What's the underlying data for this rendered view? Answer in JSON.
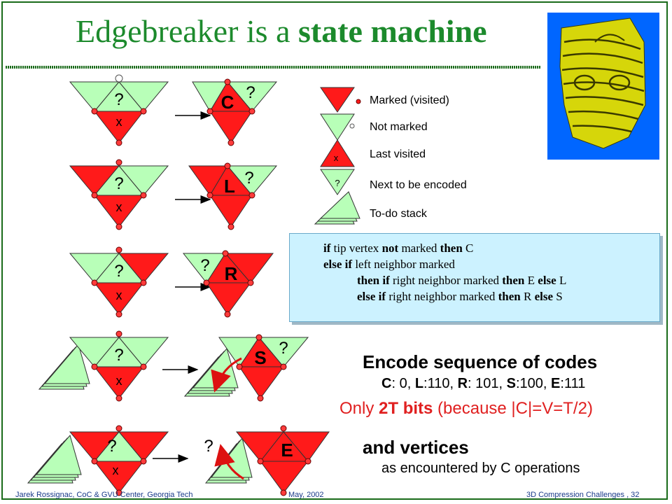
{
  "title": {
    "prefix": "Edgebreaker is a ",
    "bold": "state machine"
  },
  "legend": {
    "marked": "Marked (visited)",
    "not_marked": "Not marked",
    "last_visited": "Last visited",
    "next": "Next to be encoded",
    "stack": "To-do stack",
    "x_mark": "x",
    "q_mark": "?"
  },
  "rules": {
    "l1_if": "if",
    "l1_a": " tip vertex ",
    "l1_not": "not",
    "l1_b": " marked ",
    "l1_then": "then",
    "l1_c": " C",
    "l2_else": "else if",
    "l2_a": " left neighbor marked",
    "l3_then": "then if",
    "l3_a": " right neighbor marked ",
    "l3_then2": "then",
    "l3_b": " E ",
    "l3_else": "else",
    "l3_c": " L",
    "l4_else": "else if",
    "l4_a": " right neighbor marked ",
    "l4_then": "then",
    "l4_b": " R ",
    "l4_else2": "else",
    "l4_c": " S"
  },
  "encode": {
    "heading": "Encode sequence of codes",
    "c": "C",
    "c_val": ": 0, ",
    "l": "L",
    "l_val": ":110, ",
    "r": "R",
    "r_val": ": 101, ",
    "s": "S",
    "s_val": ":100, ",
    "e": "E",
    "e_val": ":111"
  },
  "bits": {
    "prefix": "Only ",
    "bold": "2T bits",
    "suffix": " (because |C|=V=T/2)"
  },
  "vertices": {
    "heading": "and vertices",
    "sub": "as encountered by C operations"
  },
  "ops": {
    "c": "C",
    "l": "L",
    "r": "R",
    "s": "S",
    "e": "E",
    "q": "?",
    "x": "x"
  },
  "footer": {
    "left": "Jarek Rossignac, CoC & GVU Center, Georgia Tech",
    "date": "May, 2002",
    "right": "3D Compression Challenges , 32"
  },
  "colors": {
    "marked": "#ff1a1a",
    "unmarked": "#b8ffb8",
    "title": "#1c8a2c",
    "rule_box": "#ccf2ff",
    "vertex": "#ff3b3b"
  }
}
